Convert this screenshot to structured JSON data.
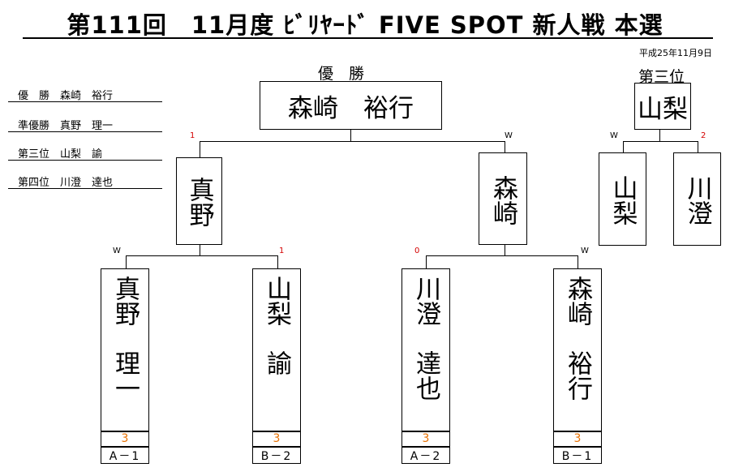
{
  "header": {
    "title": "第111回　11月度 ﾋﾞﾘﾔｰﾄﾞ FIVE SPOT 新人戦 本選",
    "date": "平成25年11月9日"
  },
  "results": [
    {
      "label": "優　勝　森崎　裕行"
    },
    {
      "label": "準優勝　真野　理一"
    },
    {
      "label": "第三位　山梨　諭"
    },
    {
      "label": "第四位　川澄　達也"
    }
  ],
  "champion": {
    "caption": "優　勝",
    "name": "森崎　裕行"
  },
  "third_place": {
    "caption": "第三位",
    "name": "山梨"
  },
  "semifinal": {
    "left": {
      "name": "真野",
      "mark": "1"
    },
    "right": {
      "name": "森崎",
      "mark": "W"
    }
  },
  "third_match": {
    "left": {
      "name": "山梨",
      "mark": "W"
    },
    "right": {
      "name": "川澄",
      "mark": "2"
    }
  },
  "first_round": [
    {
      "name_top": "真野",
      "name_bottom": "理一",
      "mark": "W",
      "score": "3",
      "code": "A－1"
    },
    {
      "name_top": "山梨",
      "name_bottom": "諭",
      "mark": "1",
      "score": "3",
      "code": "B－2"
    },
    {
      "name_top": "川澄",
      "name_bottom": "達也",
      "mark": "0",
      "score": "3",
      "code": "A－2"
    },
    {
      "name_top": "森崎",
      "name_bottom": "裕行",
      "mark": "W",
      "score": "3",
      "code": "B－1"
    }
  ],
  "colors": {
    "loss_mark": "#d40000",
    "score": "#e87000",
    "line": "#000000"
  }
}
